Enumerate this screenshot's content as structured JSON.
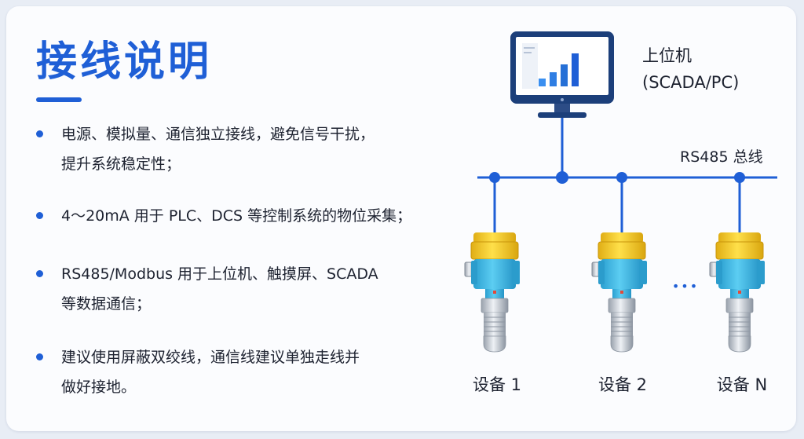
{
  "title": "接线说明",
  "bullets": [
    {
      "lines": [
        "电源、模拟量、通信独立接线，避免信号干扰，",
        "提升系统稳定性；"
      ]
    },
    {
      "lines": [
        "4～20mA 用于 PLC、DCS 等控制系统的物位采集；"
      ]
    },
    {
      "lines": [
        "RS485/Modbus 用于上位机、触摸屏、SCADA",
        "等数据通信；"
      ]
    },
    {
      "lines": [
        "建议使用屏蔽双绞线，通信线建议单独走线并",
        "做好接地。"
      ]
    }
  ],
  "diagram": {
    "host_label_line1": "上位机",
    "host_label_line2": "(SCADA/PC)",
    "bus_label": "RS485 总线",
    "ellipsis": "•••",
    "devices": [
      "设备 1",
      "设备 2",
      "设备 N"
    ],
    "colors": {
      "accent": "#1f5fd6",
      "monitor_frame": "#1c3f7a",
      "device_cap": "#f2cb2e",
      "device_body": "#38b6e4",
      "metal": "#c9ced6"
    }
  }
}
